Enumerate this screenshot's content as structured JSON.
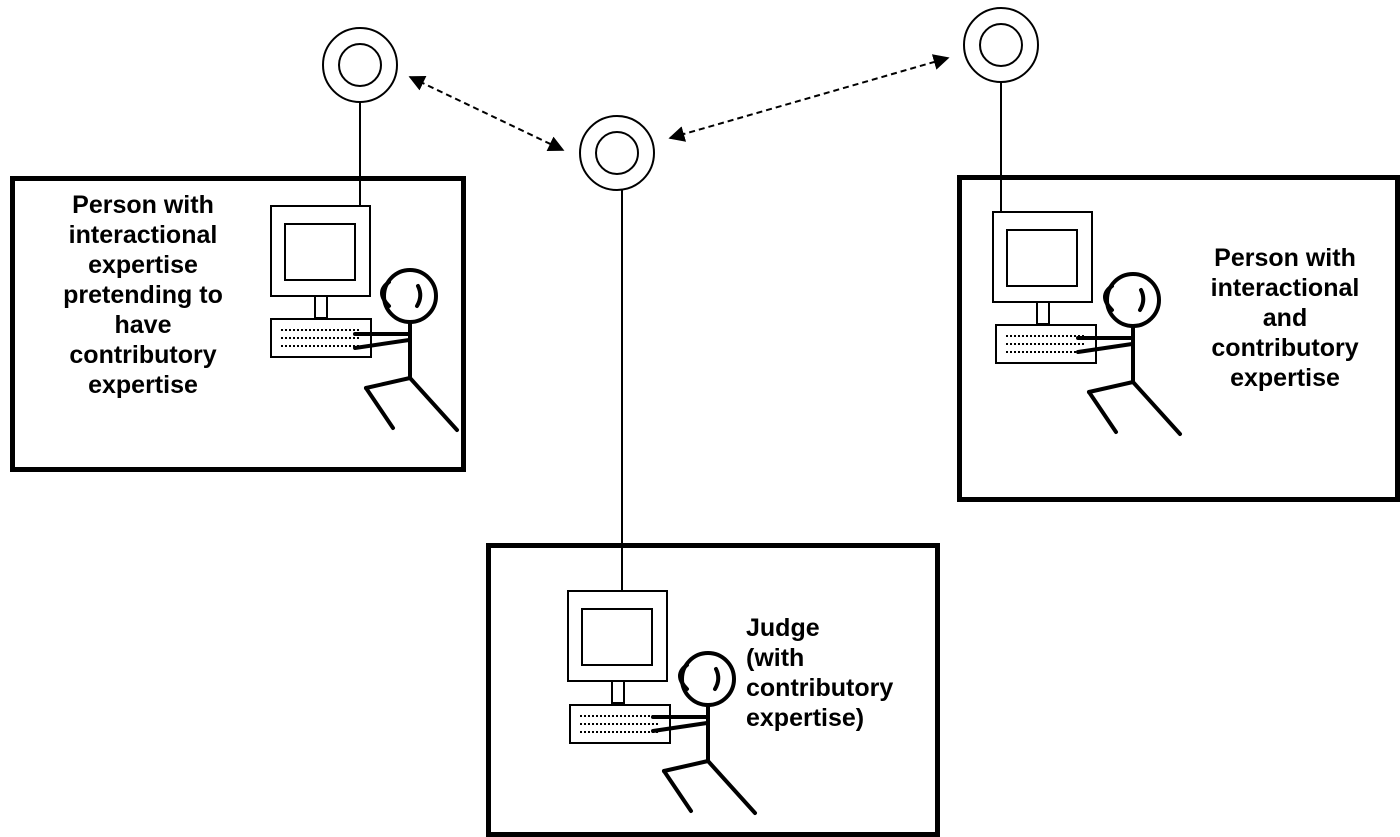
{
  "participants": {
    "left": {
      "lines": [
        "Person with",
        "interactional",
        "expertise",
        "pretending to",
        "have",
        "contributory",
        "expertise"
      ]
    },
    "right": {
      "lines": [
        "Person with",
        "interactional",
        "and",
        "contributory",
        "expertise"
      ]
    },
    "judge": {
      "lines": [
        "Judge",
        "(with",
        "contributory",
        "expertise)"
      ]
    }
  },
  "colors": {
    "stroke": "#000000",
    "background": "#ffffff"
  },
  "icons": [
    "terminal-icon",
    "keyboard-icon",
    "stick-figure-icon",
    "network-node-icon",
    "bidirectional-arrow-icon"
  ]
}
